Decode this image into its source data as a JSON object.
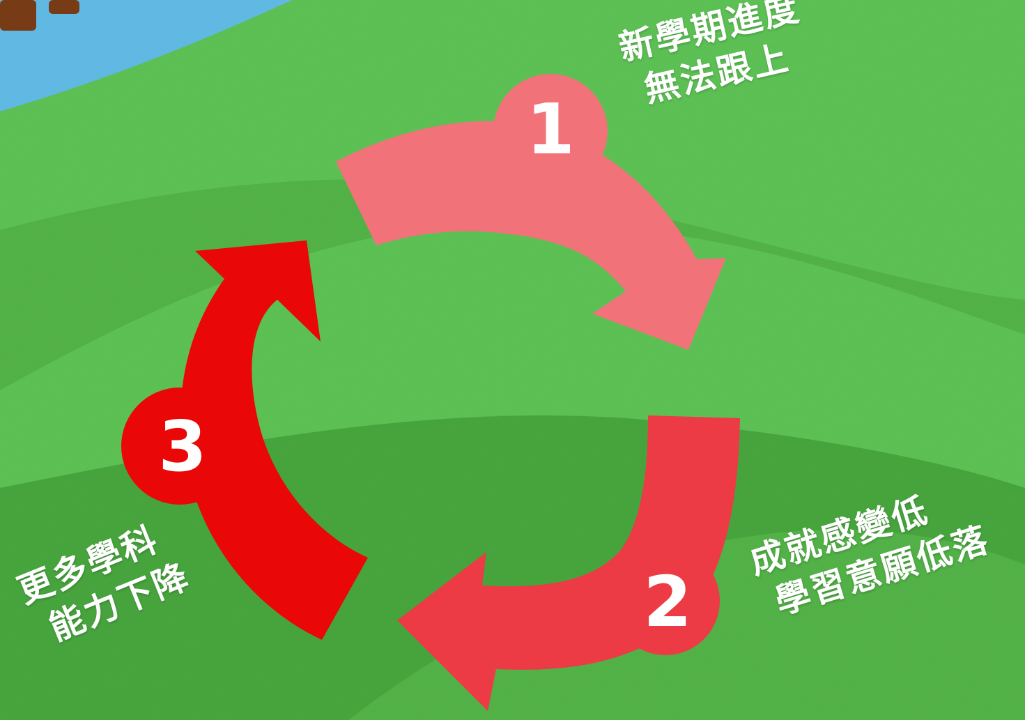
{
  "colors": {
    "sky": "#63bde8",
    "grass_light": "#5fc456",
    "grass_mid": "#54b54a",
    "grass_dark": "#4aa840",
    "step1_arrow": "#f2727a",
    "step2_arrow": "#ec3b45",
    "step3_arrow": "#ea0707",
    "text": "#ffffff",
    "corner_label": "#7a3e1c"
  },
  "cycle": {
    "steps": [
      {
        "number": "1",
        "lines": [
          "新學期進度",
          "無法跟上"
        ]
      },
      {
        "number": "2",
        "lines": [
          "成就感變低",
          "學習意願低落"
        ]
      },
      {
        "number": "3",
        "lines": [
          "更多學科",
          "能力下降"
        ]
      }
    ]
  }
}
